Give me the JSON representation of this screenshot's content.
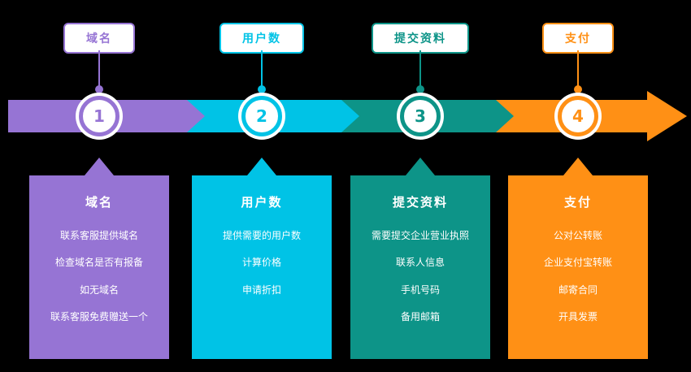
{
  "diagram": {
    "background": "#000000",
    "steps": [
      {
        "label": "域名",
        "number": "1",
        "color": "#9674d4",
        "box_title": "域名",
        "items": [
          "联系客服提供域名",
          "检查域名是否有报备",
          "如无域名",
          "联系客服免费赠送一个"
        ]
      },
      {
        "label": "用户数",
        "number": "2",
        "color": "#00c3e6",
        "box_title": "用户数",
        "items": [
          "提供需要的用户数",
          "计算价格",
          "申请折扣"
        ]
      },
      {
        "label": "提交资料",
        "number": "3",
        "color": "#0d9488",
        "box_title": "提交资料",
        "items": [
          "需要提交企业营业执照",
          "联系人信息",
          "手机号码",
          "备用邮箱"
        ]
      },
      {
        "label": "支付",
        "number": "4",
        "color": "#ff9015",
        "box_title": "支付",
        "items": [
          "公对公转账",
          "企业支付宝转账",
          "邮寄合同",
          "开具发票"
        ]
      }
    ]
  }
}
